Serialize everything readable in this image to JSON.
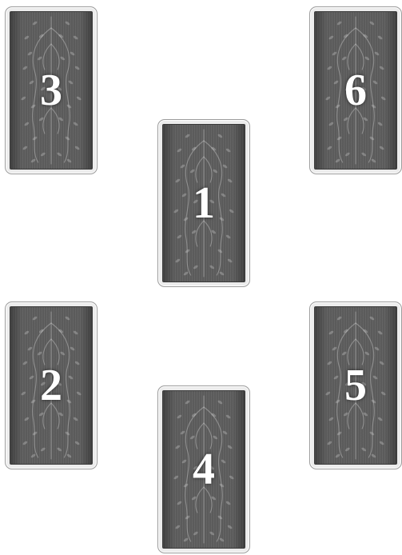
{
  "spread": {
    "cards": [
      {
        "id": "card-1",
        "number": "1"
      },
      {
        "id": "card-2",
        "number": "2"
      },
      {
        "id": "card-3",
        "number": "3"
      },
      {
        "id": "card-4",
        "number": "4"
      },
      {
        "id": "card-5",
        "number": "5"
      },
      {
        "id": "card-6",
        "number": "6"
      }
    ]
  },
  "colors": {
    "card_back": "#5b5b5b",
    "card_border": "#ececec",
    "number": "#ffffff"
  },
  "icons": {
    "card_back_pattern": "leafy-vine-pattern-icon"
  }
}
